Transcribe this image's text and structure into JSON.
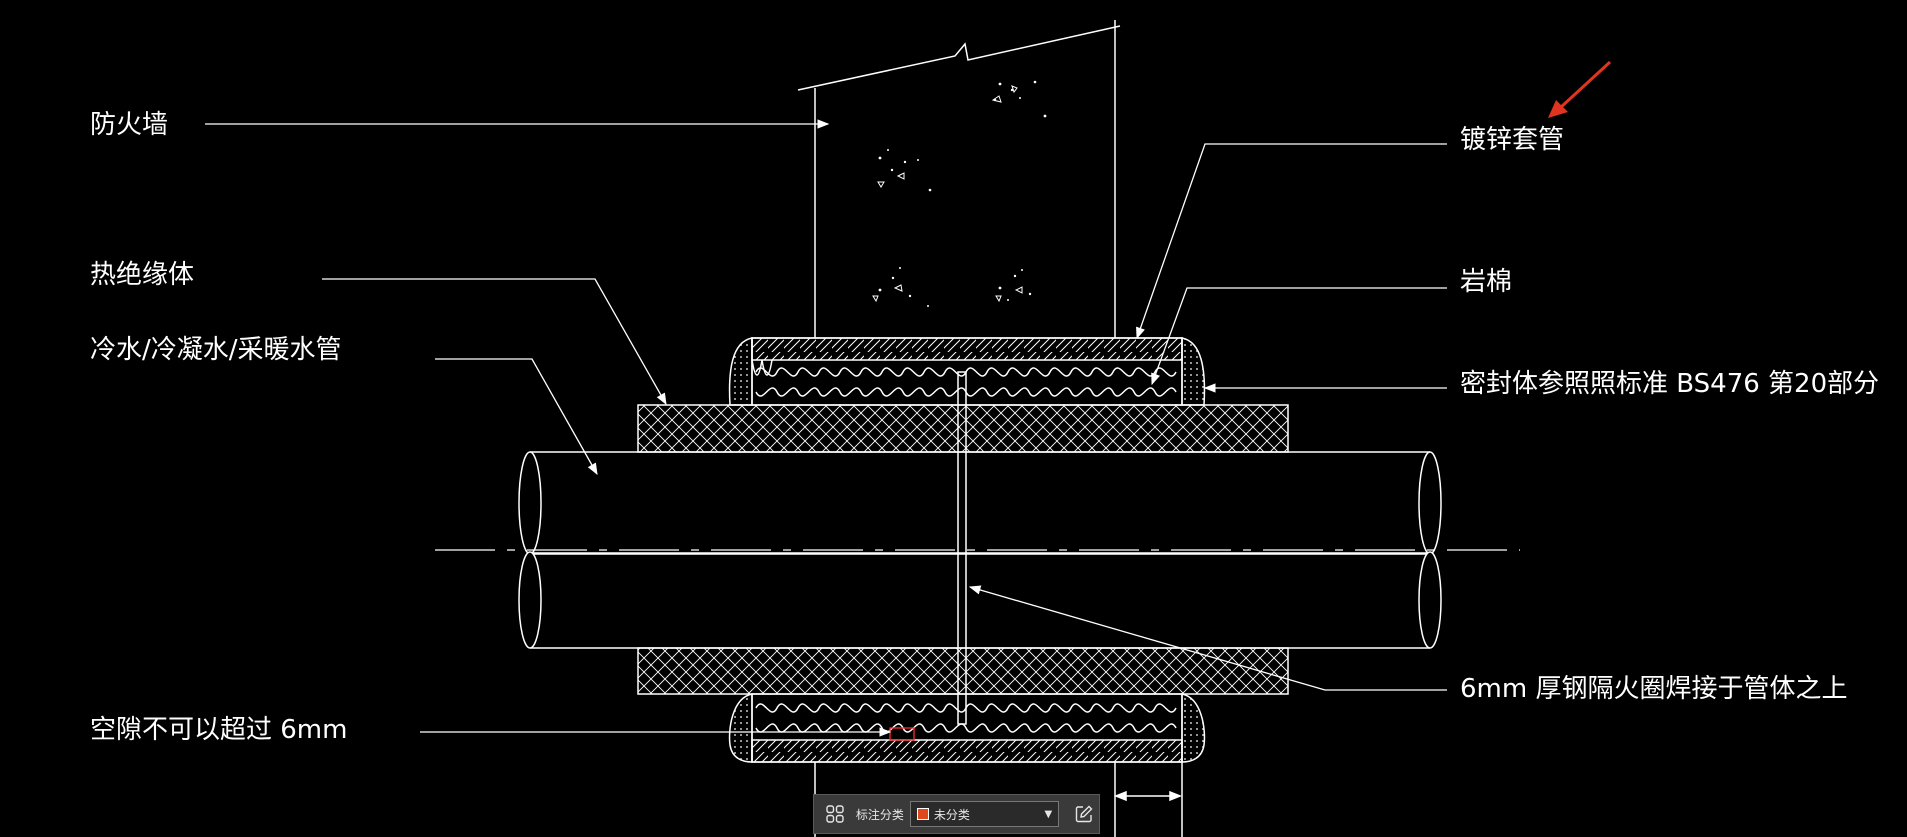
{
  "labels": {
    "fire_wall": "防火墙",
    "insulation": "热绝缘体",
    "pipe": "冷水/冷凝水/采暖水管",
    "gap": "空隙不可以超过 6mm",
    "sleeve": "镀锌套管",
    "rock_wool": "岩棉",
    "sealant": "密封体参照照标准 BS476 第20部分",
    "fire_ring": "6mm 厚钢隔火圈焊接于管体之上"
  },
  "toolbar": {
    "grid_icon": "grid-icon",
    "category_label": "标注分类",
    "selected_value": "未分类",
    "swatch_color": "#e0491d",
    "edit_icon": "edit-icon"
  },
  "colors": {
    "background": "#000000",
    "lines": "#ffffff",
    "arrow": "#e0341f",
    "highlight": "#ff2a2a"
  }
}
